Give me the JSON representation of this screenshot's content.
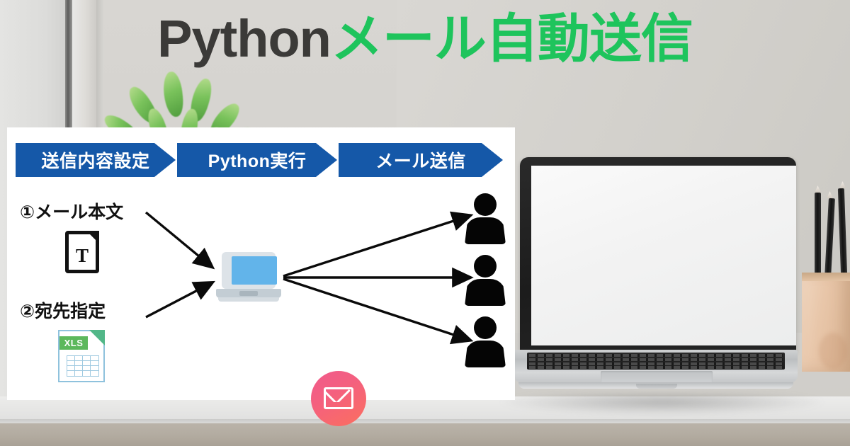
{
  "headline": {
    "part_dark": "Python",
    "part_green": "メール自動送信",
    "dark_color": "#3b3a38",
    "green_color": "#1ec45c"
  },
  "diagram": {
    "steps": [
      {
        "label": "送信内容設定",
        "color": "#1558a8"
      },
      {
        "label": "Python実行",
        "color": "#1558a8"
      },
      {
        "label": "メール送信",
        "color": "#1558a8"
      }
    ],
    "inputs": [
      {
        "label": "①メール本文",
        "icon": "text-document-icon"
      },
      {
        "label": "②宛先指定",
        "icon": "xls-spreadsheet-icon"
      }
    ],
    "xls_badge": "XLS",
    "doc_glyph": "T",
    "processor": {
      "icon": "laptop-icon",
      "screen_color": "#62b4ea"
    },
    "mail": {
      "icon": "envelope-icon",
      "bubble_color": "#f4607f"
    },
    "recipients": [
      {
        "icon": "person-icon"
      },
      {
        "icon": "person-icon"
      },
      {
        "icon": "person-icon"
      }
    ],
    "arrow_color": "#0a0a0a",
    "card_background": "#ffffff"
  },
  "photo": {
    "laptop": {
      "name": "desk-laptop",
      "screen_state": "blank-white"
    },
    "pencil_holder": {
      "name": "wooden-pencil-holder",
      "pencil_count": 3
    },
    "plant": {
      "name": "green-plant"
    },
    "window": {
      "name": "window-frame"
    },
    "desk": {
      "name": "white-desk"
    },
    "wall_color": "#d4d2ce",
    "desk_color": "#e6e6e5",
    "desk_edge_color": "#b3aca1"
  }
}
